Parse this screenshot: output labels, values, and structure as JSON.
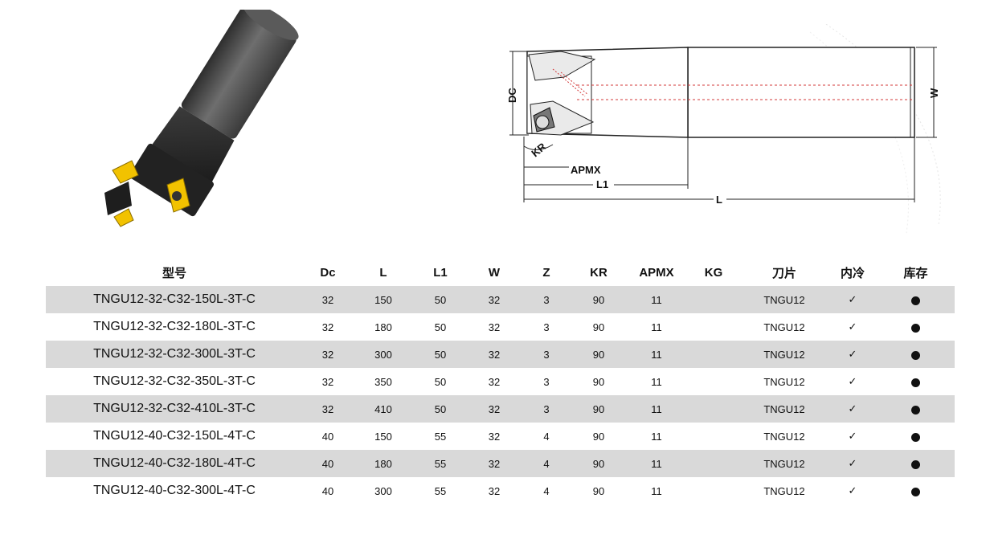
{
  "drawing_labels": {
    "dc": "DC",
    "w": "W",
    "kr": "KR",
    "apmx": "APMX",
    "l1": "L1",
    "l": "L"
  },
  "table": {
    "headers": [
      "型号",
      "Dc",
      "L",
      "L1",
      "W",
      "Z",
      "KR",
      "APMX",
      "KG",
      "刀片",
      "内冷",
      "库存"
    ],
    "rows": [
      [
        "TNGU12-32-C32-150L-3T-C",
        "32",
        "150",
        "50",
        "32",
        "3",
        "90",
        "11",
        "",
        "TNGU12",
        "✓",
        "●"
      ],
      [
        "TNGU12-32-C32-180L-3T-C",
        "32",
        "180",
        "50",
        "32",
        "3",
        "90",
        "11",
        "",
        "TNGU12",
        "✓",
        "●"
      ],
      [
        "TNGU12-32-C32-300L-3T-C",
        "32",
        "300",
        "50",
        "32",
        "3",
        "90",
        "11",
        "",
        "TNGU12",
        "✓",
        "●"
      ],
      [
        "TNGU12-32-C32-350L-3T-C",
        "32",
        "350",
        "50",
        "32",
        "3",
        "90",
        "11",
        "",
        "TNGU12",
        "✓",
        "●"
      ],
      [
        "TNGU12-32-C32-410L-3T-C",
        "32",
        "410",
        "50",
        "32",
        "3",
        "90",
        "11",
        "",
        "TNGU12",
        "✓",
        "●"
      ],
      [
        "TNGU12-40-C32-150L-4T-C",
        "40",
        "150",
        "55",
        "32",
        "4",
        "90",
        "11",
        "",
        "TNGU12",
        "✓",
        "●"
      ],
      [
        "TNGU12-40-C32-180L-4T-C",
        "40",
        "180",
        "55",
        "32",
        "4",
        "90",
        "11",
        "",
        "TNGU12",
        "✓",
        "●"
      ],
      [
        "TNGU12-40-C32-300L-4T-C",
        "40",
        "300",
        "55",
        "32",
        "4",
        "90",
        "11",
        "",
        "TNGU12",
        "✓",
        "●"
      ]
    ]
  },
  "colors": {
    "row_shade": "#d9d9d9",
    "insert_yellow": "#f2c200",
    "tool_body": "#4a4a4a",
    "centerline_red": "#d33a3a"
  }
}
